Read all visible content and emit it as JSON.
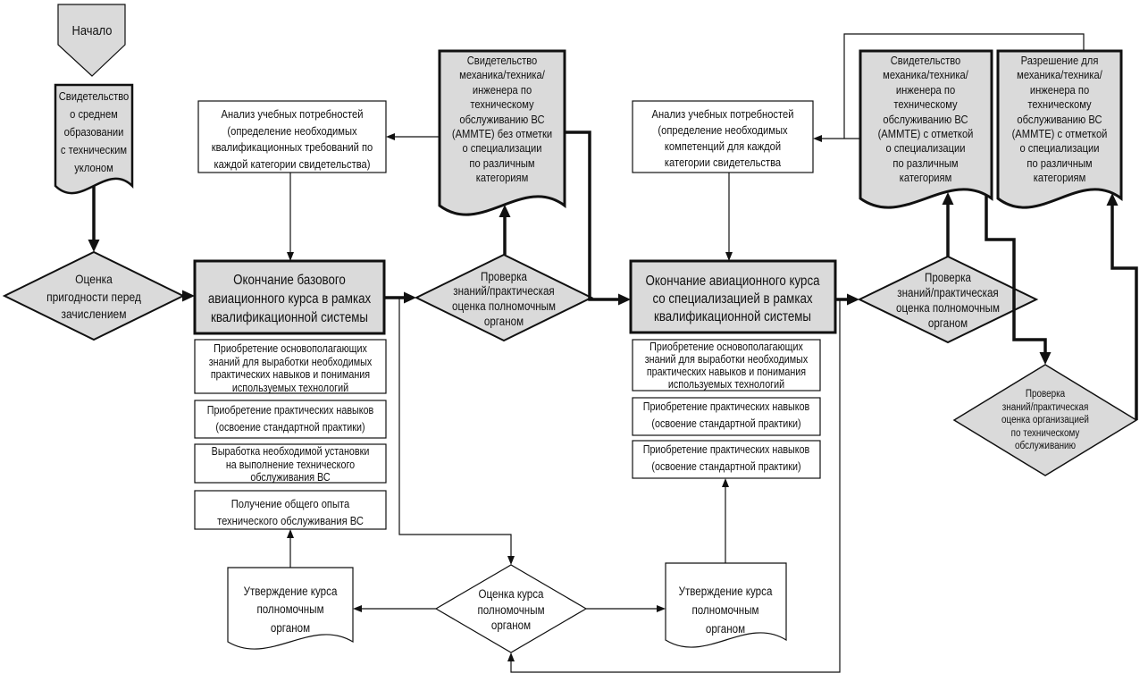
{
  "colors": {
    "shape_fill": "#dadada",
    "box_fill": "#ffffff",
    "line": "#111111"
  },
  "start": {
    "label": "Начало"
  },
  "basic_stage": {
    "entry_certificate": "Свидетельство\nо среднем\nобразовании\nс техническим\nуклоном",
    "eligibility_assessment": "Оценка\nпригодности перед\nзачислением",
    "training_needs_analysis": "Анализ учебных потребностей\n(определение необходимых\nквалификационных требований по\nкаждой категории свидетельства)",
    "course_completion": "Окончание базового\nавиационного курса в рамках\nквалификационной системы",
    "knowledge_check": "Проверка\nзнаний/практическая\nоценка полномочным\nорганом",
    "license_without_endorsement": "Свидетельство\nмеханика/техника/\nинженера по\nтехническому\nобслуживанию ВС\n(AMMTE) без отметки\nо специализации\nпо различным\nкатегориям",
    "course_items": [
      "Приобретение основополагающих\nзнаний для выработки необходимых\nпрактических навыков и понимания\nиспользуемых технологий",
      "Приобретение практических навыков\n(освоение стандартной практики)",
      "Выработка необходимой установки\nна выполнение технического\nобслуживания ВС",
      "Получение общего опыта\nтехнического обслуживания ВС"
    ],
    "course_approval": "Утверждение курса\nполномочным\nорганом"
  },
  "course_assessment": "Оценка курса\nполномочным\nорганом",
  "specialization_stage": {
    "training_needs_analysis": "Анализ учебных потребностей\n(определение необходимых\nкомпетенций для каждой\nкатегории свидетельства",
    "course_completion": "Окончание авиационного курса\nсо специализацией в рамках\nквалификационной системы",
    "course_items": [
      "Приобретение основополагающих\nзнаний для выработки необходимых\nпрактических навыков и понимания\nиспользуемых технологий",
      "Приобретение практических навыков\n(освоение стандартной практики)",
      "Приобретение практических навыков\n(освоение стандартной практики)"
    ],
    "course_approval": "Утверждение курса\nполномочным\nорганом",
    "knowledge_check": "Проверка\nзнаний/практическая\nоценка полномочным\nорганом",
    "license_with_endorsement": "Свидетельство\nмеханика/техника/\nинженера по\nтехническому\nобслуживанию ВС\n(AMMTE) с отметкой\nо специализации\nпо различным\nкатегориям",
    "permission_with_endorsement": "Разрешение для\nмеханика/техника/\nинженера по\nтехническому\nобслуживанию ВС\n(AMMTE) с отметкой\nо специализации\nпо различным\nкатегориям",
    "organization_check": "Проверка\nзнаний/практическая\nоценка организацией\nпо техническому\nобслуживанию"
  }
}
